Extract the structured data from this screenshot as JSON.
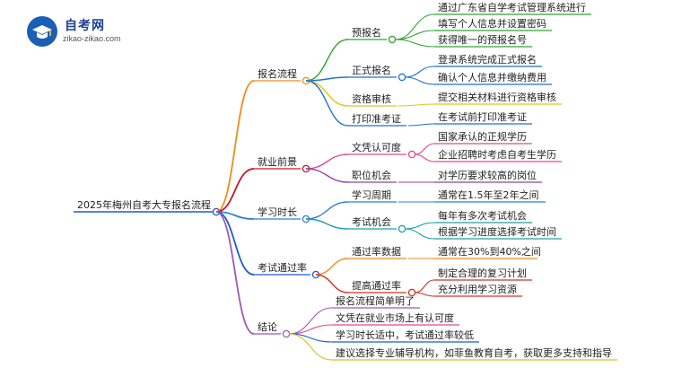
{
  "logo": {
    "title": "自考网",
    "url": "zikao-zikao.com"
  },
  "root": "2025年梅州自考大专报名流程",
  "branches": [
    {
      "label": "报名流程",
      "color": "#f08a1c",
      "children": [
        {
          "label": "预报名",
          "color": "#2fa336",
          "leaves": [
            "通过广东省自学考试管理系统进行",
            "填写个人信息并设置密码",
            "获得唯一的预报名号"
          ]
        },
        {
          "label": "正式报名",
          "color": "#1f6fd6",
          "leaves": [
            "登录系统完成正式报名",
            "确认个人信息并缴纳费用"
          ]
        },
        {
          "label": "资格审核",
          "color": "#e7c31a",
          "leaves": [
            "提交相关材料进行资格审核"
          ]
        },
        {
          "label": "打印准考证",
          "color": "#1f6fd6",
          "leaves": [
            "在考试前打印准考证"
          ]
        }
      ]
    },
    {
      "label": "就业前景",
      "color": "#c0182a",
      "children": [
        {
          "label": "文凭认可度",
          "color": "#e04a8a",
          "leaves": [
            "国家承认的正规学历",
            "企业招聘时考虑自考生学历"
          ]
        },
        {
          "label": "职位机会",
          "color": "#8e44ad",
          "leaves": [
            "对学历要求较高的岗位"
          ]
        }
      ]
    },
    {
      "label": "学习时长",
      "color": "#2e7fd8",
      "children": [
        {
          "label": "学习周期",
          "color": "#2e7fd8",
          "leaves": [
            "通常在1.5年至2年之间"
          ]
        },
        {
          "label": "考试机会",
          "color": "#1aa0a8",
          "leaves": [
            "每年有多次考试机会",
            "根据学习进度选择考试时间"
          ]
        }
      ]
    },
    {
      "label": "考试通过率",
      "color": "#1f5cc8",
      "children": [
        {
          "label": "通过率数据",
          "color": "#f08a1c",
          "leaves": [
            "通常在30%到40%之间"
          ]
        },
        {
          "label": "提高通过率",
          "color": "#d2302a",
          "leaves": [
            "制定合理的复习计划",
            "充分利用学习资源"
          ]
        }
      ]
    },
    {
      "label": "结论",
      "color": "#9b59b6",
      "leaves": [
        "报名流程简单明了",
        "文凭在就业市场上有认可度",
        "学习时长适中，考试通过率较低",
        "建议选择专业辅导机构，如菲鱼教育自考，获取更多支持和指导"
      ],
      "leaf_colors": [
        "#9b59b6",
        "#e04a8a",
        "#1f5cc8",
        "#d8c21a"
      ]
    }
  ]
}
